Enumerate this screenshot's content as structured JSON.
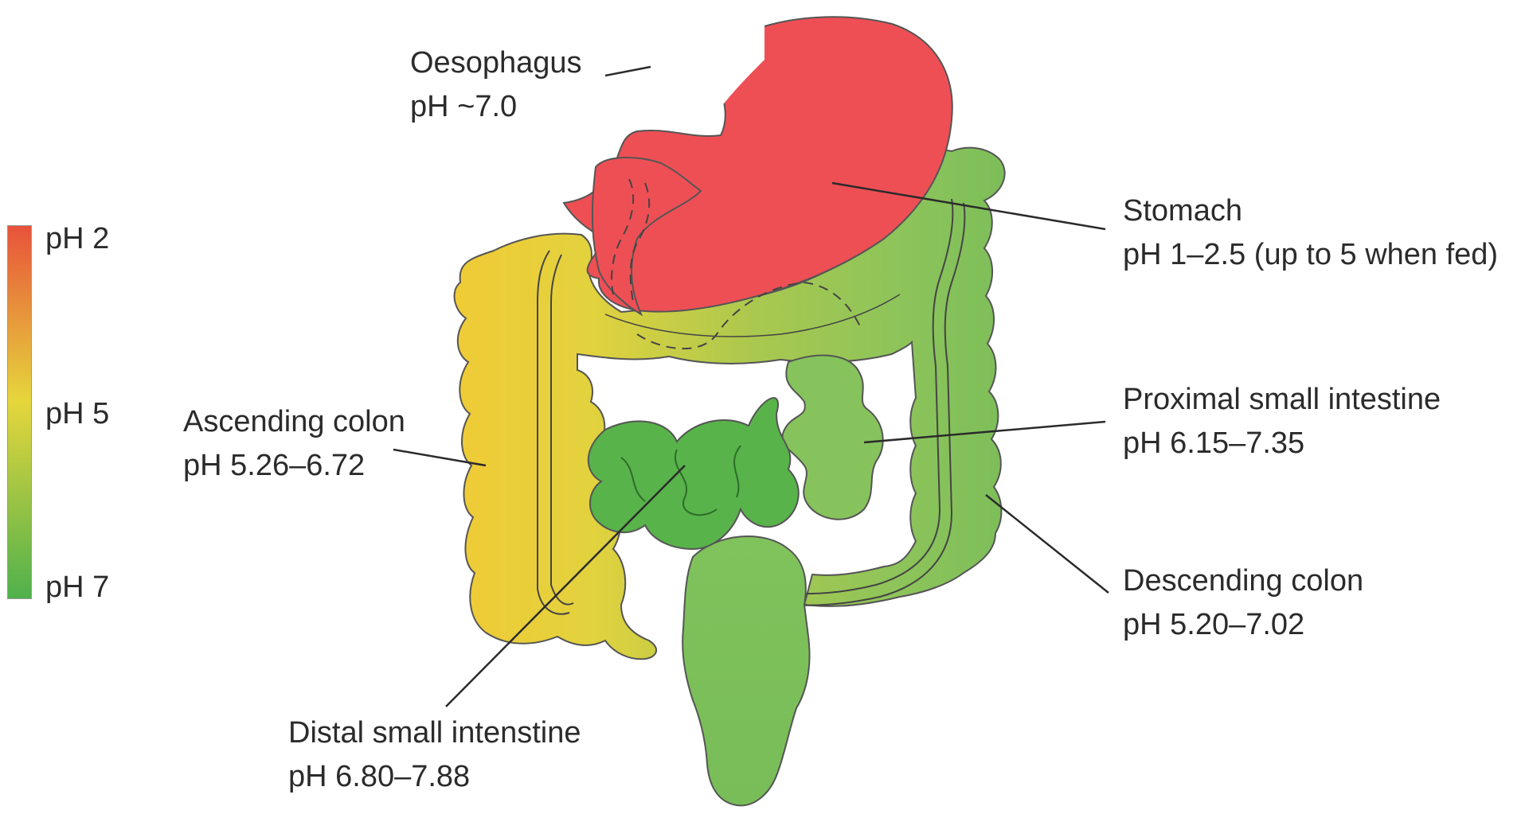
{
  "legend": {
    "items": [
      {
        "label": "pH 2",
        "color": "#e8523a"
      },
      {
        "label": "pH 5",
        "color": "#e6d63c"
      },
      {
        "label": "pH 7",
        "color": "#4fb14c"
      }
    ]
  },
  "regions": {
    "oesophagus": {
      "name": "Oesophagus",
      "ph": "pH ~7.0"
    },
    "stomach": {
      "name": "Stomach",
      "ph": "pH 1–2.5 (up to 5 when fed)",
      "color": "#ee4f55"
    },
    "proximal_small_intestine": {
      "name": "Proximal small intestine",
      "ph": "pH 6.15–7.35",
      "color": "#86c35c"
    },
    "descending_colon": {
      "name": "Descending colon",
      "ph": "pH 5.20–7.02",
      "color": "#7cbf5a"
    },
    "ascending_colon": {
      "name": "Ascending colon",
      "ph": "pH 5.26–6.72",
      "color": "#f2cf3c"
    },
    "distal_small_intestine": {
      "name": "Distal small intenstine",
      "ph": "pH 6.80–7.88",
      "color": "#58b34a"
    }
  }
}
